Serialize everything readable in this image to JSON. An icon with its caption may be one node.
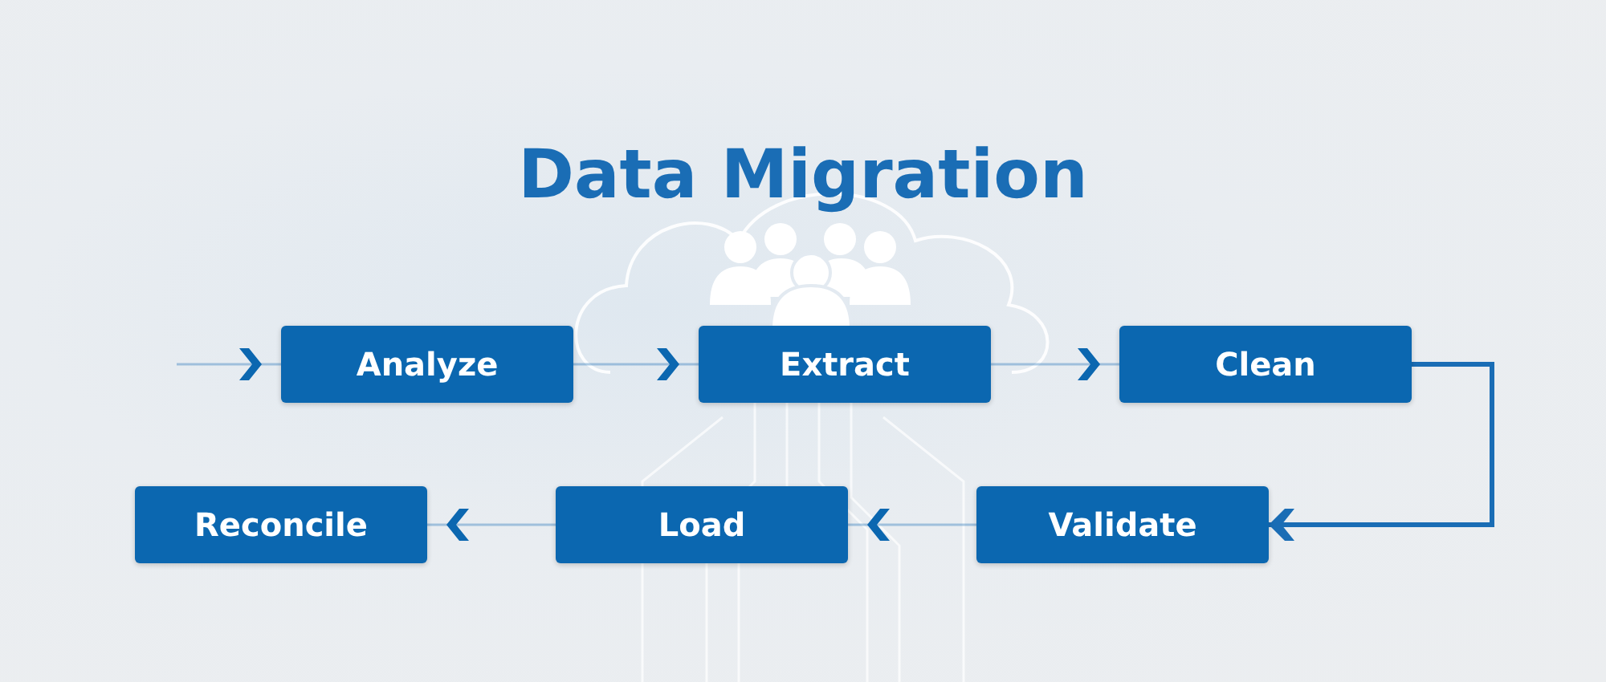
{
  "diagram": {
    "title": "Data Migration",
    "nodes": [
      {
        "text": [
          "Analyze"
        ]
      },
      {
        "text": [
          "Extract"
        ]
      },
      {
        "text": [
          "Clean"
        ]
      },
      {
        "text": [
          "Validate"
        ]
      },
      {
        "text": [
          "Load"
        ]
      },
      {
        "text": [
          "Reconcile"
        ]
      }
    ],
    "edges": [
      {
        "from": null,
        "to": 0,
        "arrow": "to"
      },
      {
        "from": 0,
        "to": 1,
        "arrow": "to"
      },
      {
        "from": 1,
        "to": 2,
        "arrow": "to"
      },
      {
        "from": 2,
        "to": 3,
        "arrow": "to",
        "style": "thick"
      },
      {
        "from": 3,
        "to": 4,
        "arrow": "to"
      },
      {
        "from": 4,
        "to": 5,
        "arrow": "to"
      }
    ]
  }
}
